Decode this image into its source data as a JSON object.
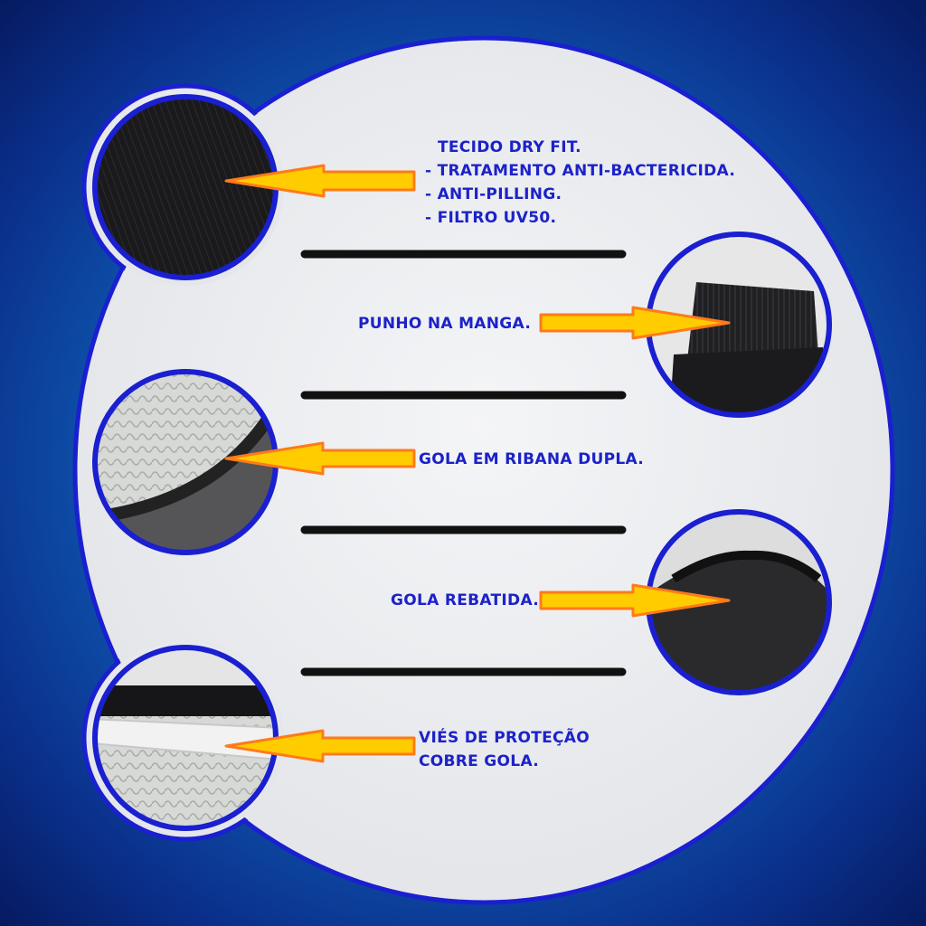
{
  "colors": {
    "background_center": "#2a8fd8",
    "background_edge": "#061a60",
    "panel": "#eceef1",
    "outline": "#1a1fd0",
    "arrow_fill": "#ffcc00",
    "arrow_stroke": "#ff7a1a",
    "caption_text": "#1c22c8",
    "divider": "#111111"
  },
  "features": [
    {
      "id": "fabric",
      "icon": "dry-fit-fabric-closeup",
      "lines": [
        "Tecido Dry Fit.",
        "- Tratamento anti-bactericida.",
        "- Anti-pilling.",
        "- Filtro UV50."
      ]
    },
    {
      "id": "cuff",
      "icon": "sleeve-cuff-closeup",
      "lines": [
        "Punho na manga."
      ]
    },
    {
      "id": "rib-collar",
      "icon": "double-rib-collar-closeup",
      "lines": [
        "Gola em ribana dupla."
      ]
    },
    {
      "id": "folded-collar",
      "icon": "folded-collar-closeup",
      "lines": [
        "Gola rebatida."
      ]
    },
    {
      "id": "bias-tape",
      "icon": "collar-bias-tape-closeup",
      "lines": [
        "Viés de proteção",
        "cobre gola."
      ]
    }
  ]
}
